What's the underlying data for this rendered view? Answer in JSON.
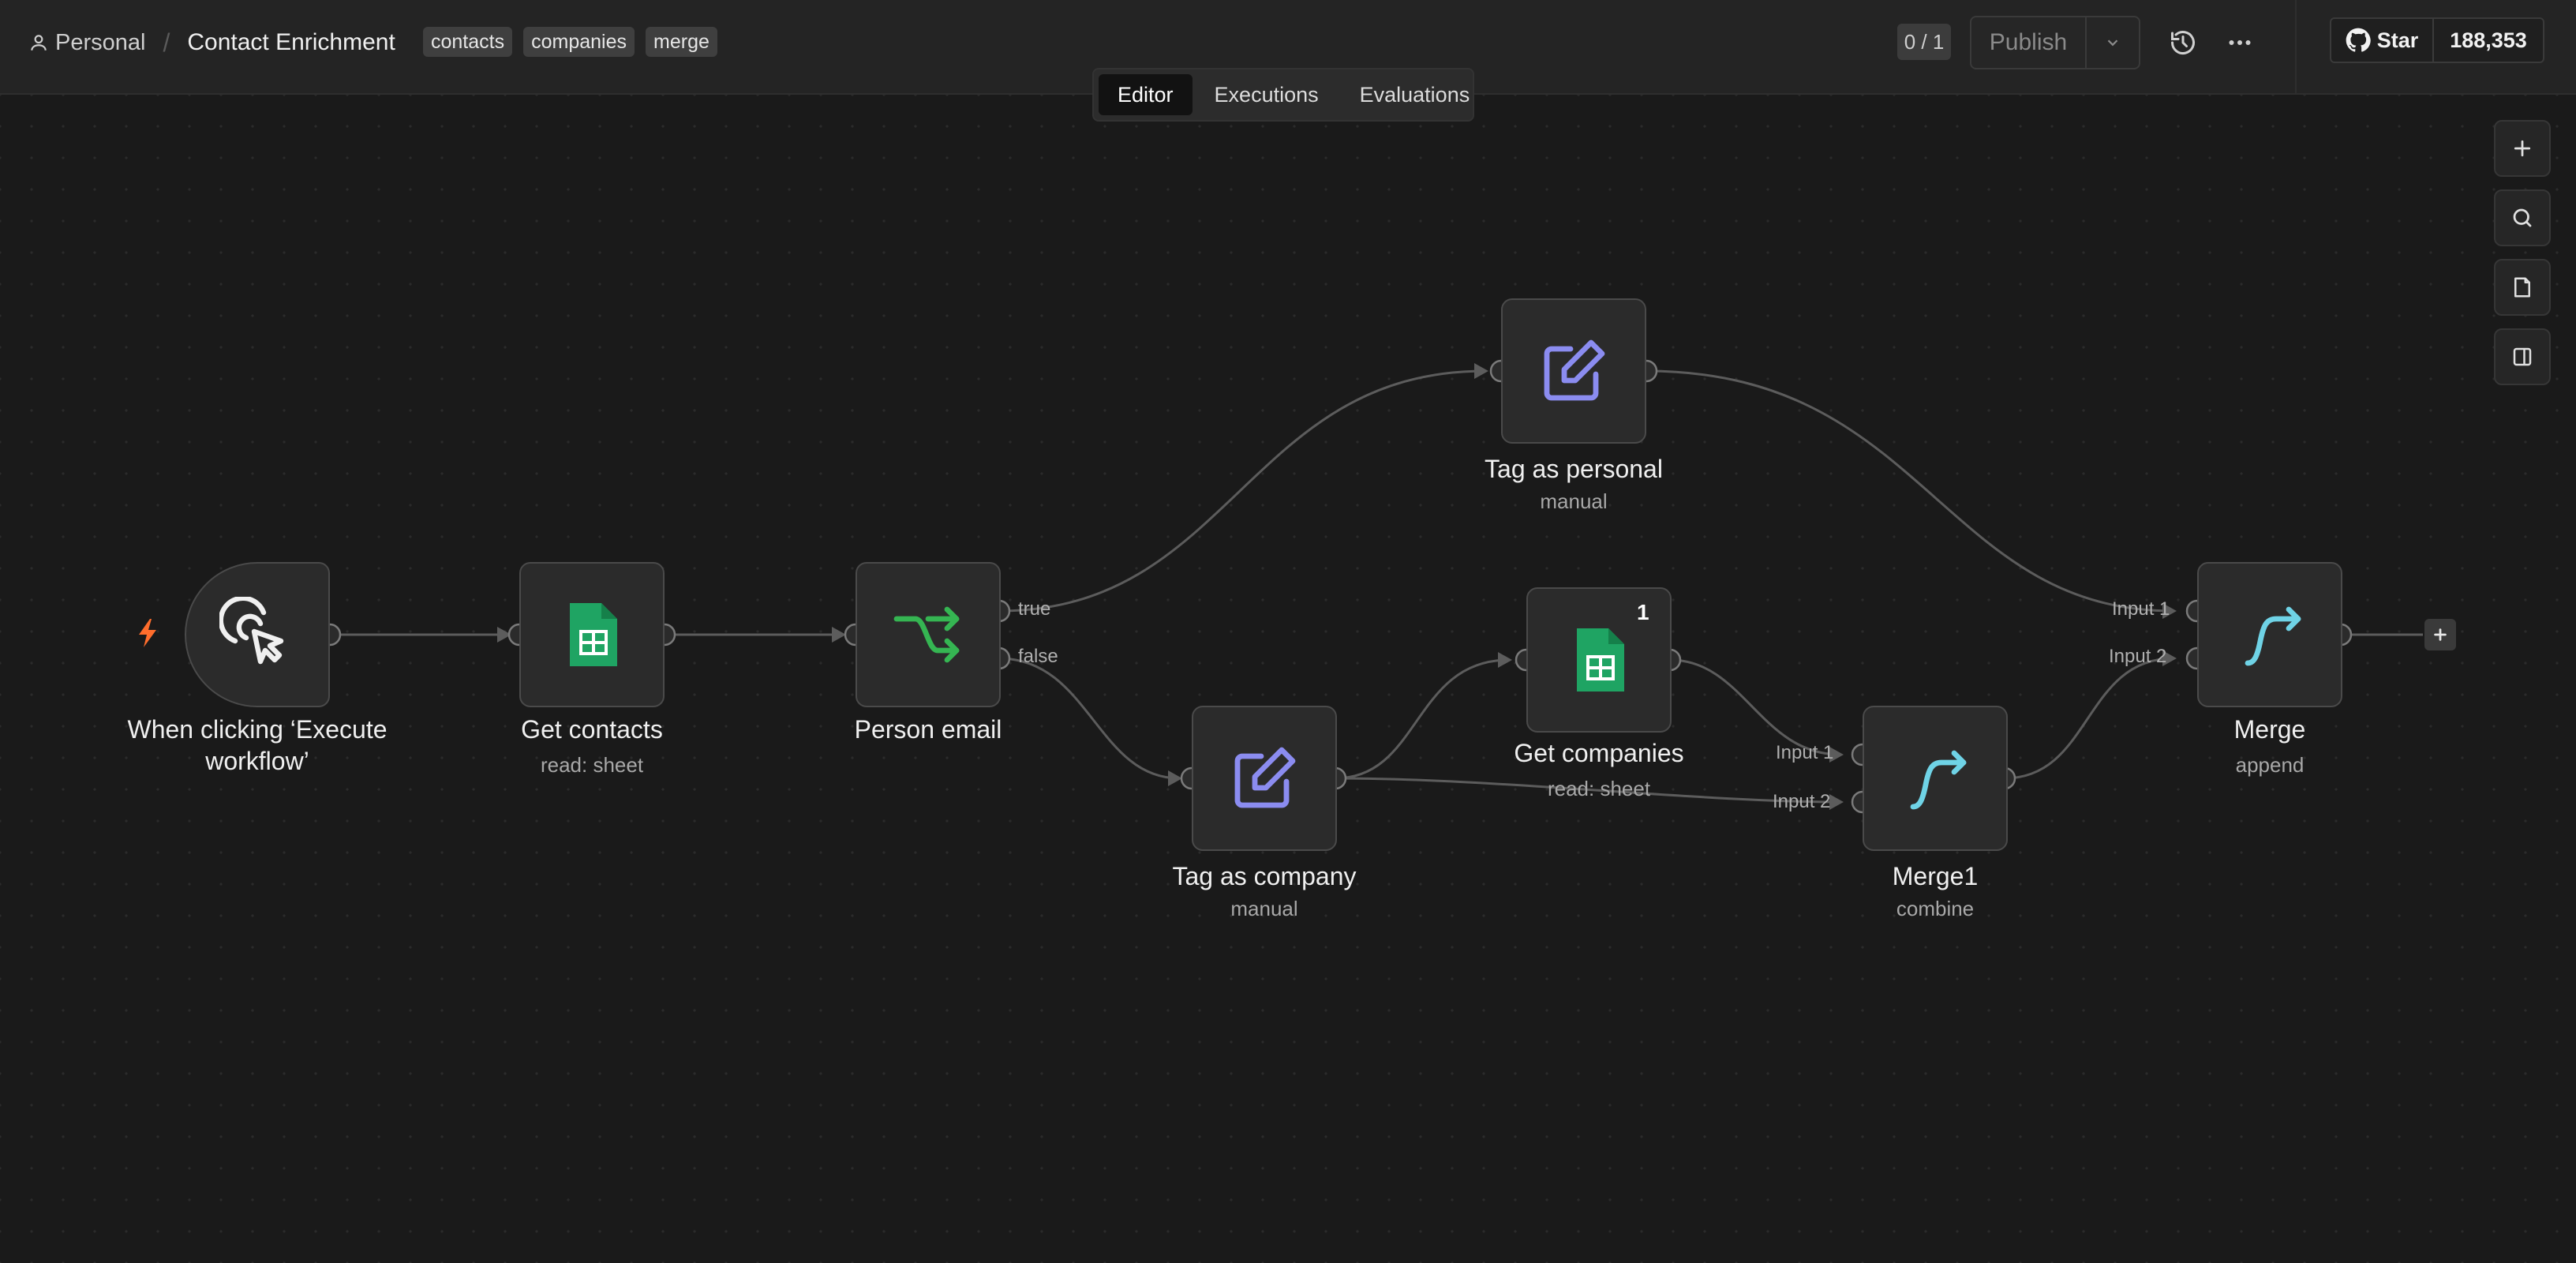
{
  "header": {
    "breadcrumb_project": "Personal",
    "workflow_title": "Contact Enrichment",
    "tags": [
      "contacts",
      "companies",
      "merge"
    ],
    "counter": "0 / 1",
    "publish_label": "Publish",
    "github_star_label": "Star",
    "github_star_count": "188,353"
  },
  "tabs": [
    {
      "label": "Editor",
      "active": true
    },
    {
      "label": "Executions",
      "active": false
    },
    {
      "label": "Evaluations",
      "active": false
    }
  ],
  "nodes": {
    "trigger": {
      "label": "When clicking ‘Execute workflow’"
    },
    "get_contacts": {
      "label": "Get contacts",
      "subtitle": "read: sheet"
    },
    "person_email": {
      "label": "Person email",
      "true_label": "true",
      "false_label": "false"
    },
    "tag_personal": {
      "label": "Tag as personal",
      "subtitle": "manual"
    },
    "tag_company": {
      "label": "Tag as company",
      "subtitle": "manual"
    },
    "get_companies": {
      "label": "Get companies",
      "subtitle": "read: sheet",
      "badge": "1"
    },
    "merge1": {
      "label": "Merge1",
      "subtitle": "combine",
      "input1": "Input 1",
      "input2": "Input 2"
    },
    "merge": {
      "label": "Merge",
      "subtitle": "append",
      "input1": "Input 1",
      "input2": "Input 2"
    }
  },
  "colors": {
    "sheets_green": "#1fa463",
    "set_purple": "#8b8cf0",
    "if_green": "#35b552",
    "merge_cyan": "#6fd3e6",
    "trigger_orange": "#ff6d2c"
  },
  "icons": {
    "trigger": "cursor-click-icon",
    "sheets": "google-sheets-icon",
    "if": "split-arrows-icon",
    "set": "edit-pen-icon",
    "merge": "merge-arrow-icon"
  }
}
